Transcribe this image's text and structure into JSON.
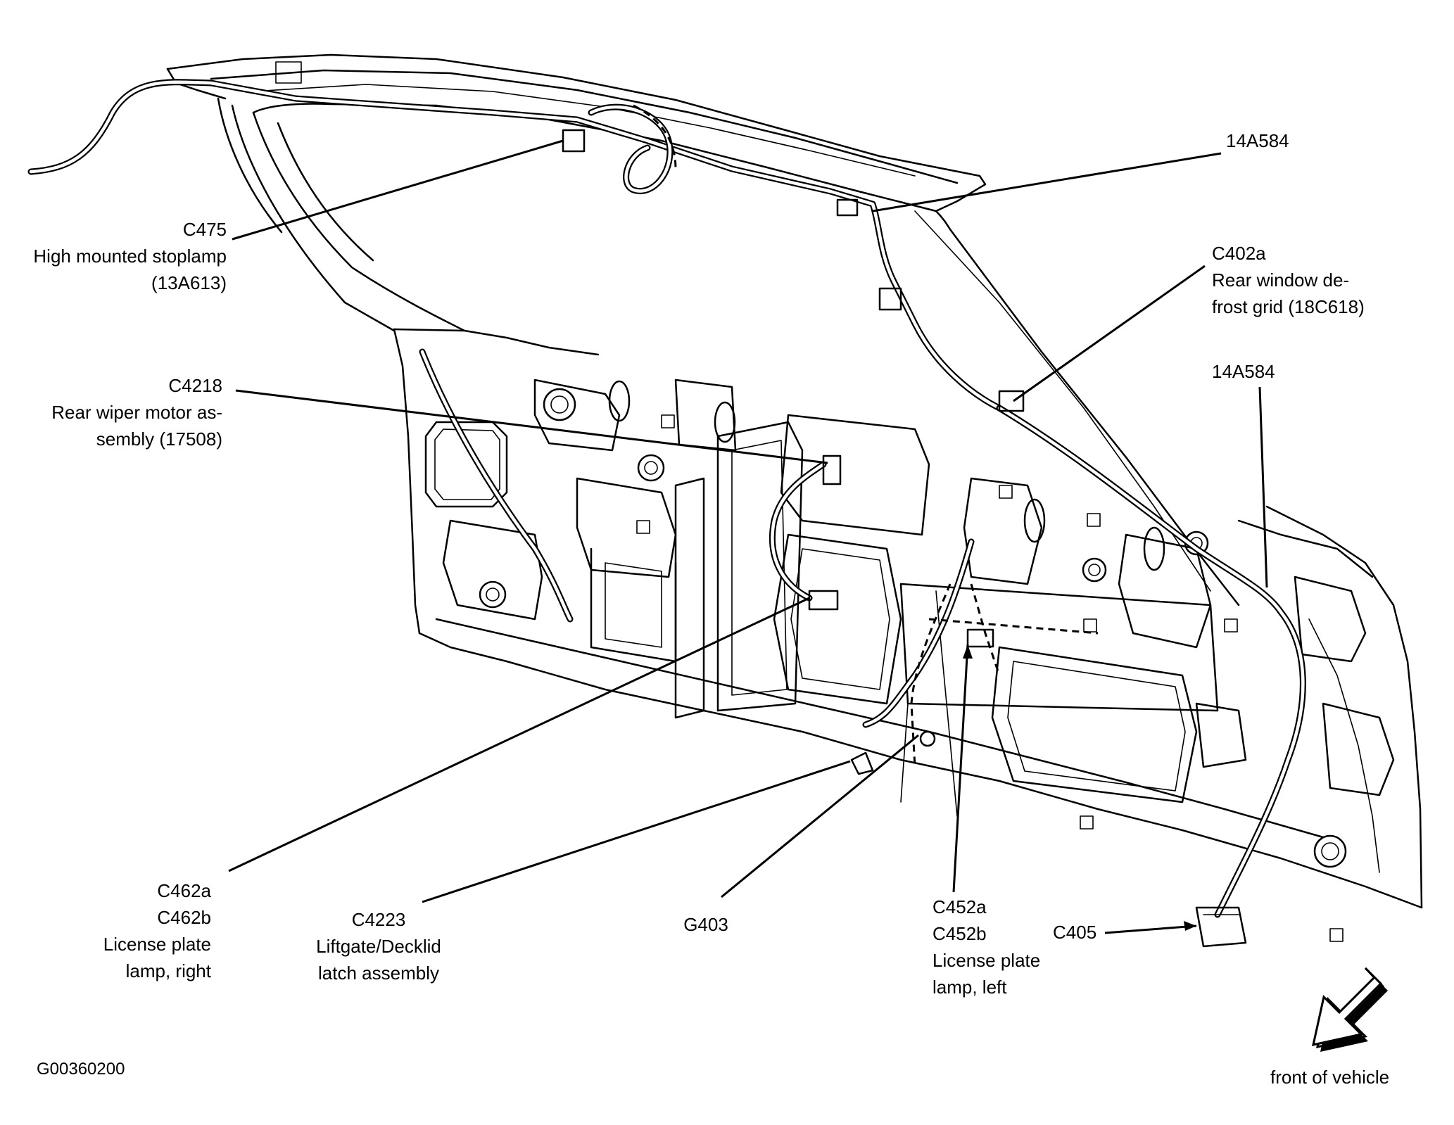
{
  "callouts": {
    "c475": {
      "id": "C475",
      "desc1": "High mounted stoplamp",
      "desc2": "(13A613)"
    },
    "harness_top": {
      "id": "14A584"
    },
    "c402a": {
      "id": "C402a",
      "desc1": "Rear window de-",
      "desc2": "frost grid (18C618)"
    },
    "c4218": {
      "id": "C4218",
      "desc1": "Rear wiper motor as-",
      "desc2": "sembly (17508)"
    },
    "harness_right": {
      "id": "14A584"
    },
    "c462": {
      "id1": "C462a",
      "id2": "C462b",
      "desc1": "License plate",
      "desc2": "lamp, right"
    },
    "c4223": {
      "id": "C4223",
      "desc1": "Liftgate/Decklid",
      "desc2": "latch assembly"
    },
    "g403": {
      "id": "G403"
    },
    "c452": {
      "id1": "C452a",
      "id2": "C452b",
      "desc1": "License plate",
      "desc2": "lamp, left"
    },
    "c405": {
      "id": "C405"
    }
  },
  "figure_id": "G00360200",
  "direction_label": "front of vehicle",
  "icons": {
    "direction_arrow": "arrow-down-left-icon"
  }
}
